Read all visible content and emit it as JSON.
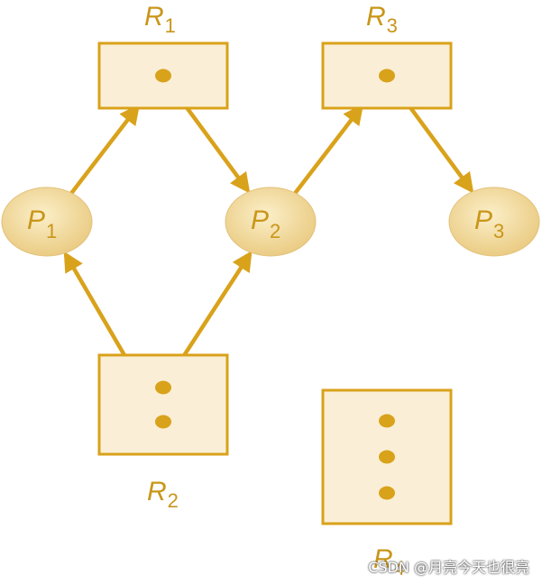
{
  "colors": {
    "accent": "#D9A21B",
    "label": "#C9961A",
    "node_fill": "#FAEFD6",
    "node_stroke": "#D9A21B",
    "process_fill_inner": "#FBEFC9",
    "process_fill_outer": "#E9C97E"
  },
  "resources": [
    {
      "id": "R1",
      "letter": "R",
      "sub": "1",
      "instances": 1
    },
    {
      "id": "R2",
      "letter": "R",
      "sub": "2",
      "instances": 2
    },
    {
      "id": "R3",
      "letter": "R",
      "sub": "3",
      "instances": 1
    },
    {
      "id": "R4",
      "letter": "R",
      "sub": "4",
      "instances": 3
    }
  ],
  "processes": [
    {
      "id": "P1",
      "letter": "P",
      "sub": "1"
    },
    {
      "id": "P2",
      "letter": "P",
      "sub": "2"
    },
    {
      "id": "P3",
      "letter": "P",
      "sub": "3"
    }
  ],
  "edges": [
    {
      "from": "P1",
      "to": "R1",
      "kind": "request"
    },
    {
      "from": "R1",
      "to": "P2",
      "kind": "assignment",
      "instance": 0
    },
    {
      "from": "P2",
      "to": "R3",
      "kind": "request"
    },
    {
      "from": "R3",
      "to": "P3",
      "kind": "assignment",
      "instance": 0
    },
    {
      "from": "R2",
      "to": "P1",
      "kind": "assignment",
      "instance": 1
    },
    {
      "from": "R2",
      "to": "P2",
      "kind": "assignment",
      "instance": 0
    }
  ],
  "watermark": "CSDN @月亮今天也很亮"
}
